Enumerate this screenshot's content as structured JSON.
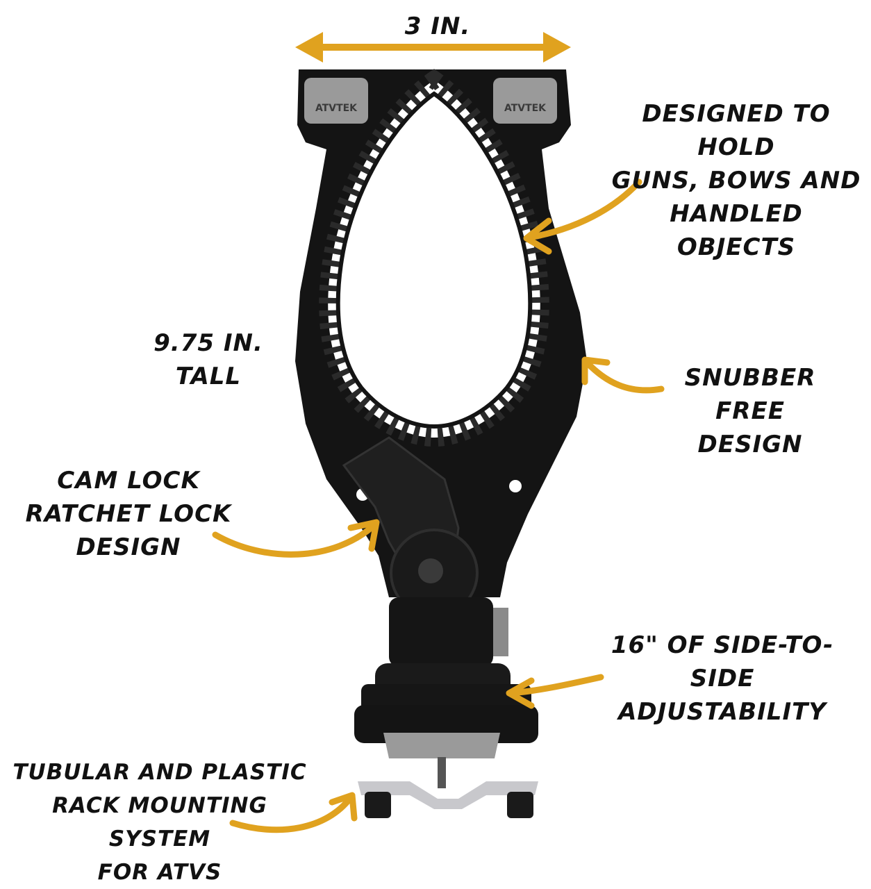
{
  "callouts": {
    "width": "3 IN.",
    "hold": "DESIGNED TO HOLD\nGUNS, BOWS AND\nHANDLED OBJECTS",
    "height": "9.75 IN.\nTALL",
    "snubber": "SNUBBER FREE\nDESIGN",
    "camlock": "CAM LOCK\nRATCHET LOCK\nDESIGN",
    "adjust": "16\" OF SIDE-TO-SIDE\nADJUSTABILITY",
    "mount": "TUBULAR AND PLASTIC\nRACK MOUNTING SYSTEM\nFOR ATVs"
  },
  "product": {
    "badge_left": "ATVTEK",
    "badge_right": "ATVTEK"
  },
  "colors": {
    "arrow": "#E0A21F",
    "body": "#141414",
    "badge": "#9A9A9A"
  }
}
